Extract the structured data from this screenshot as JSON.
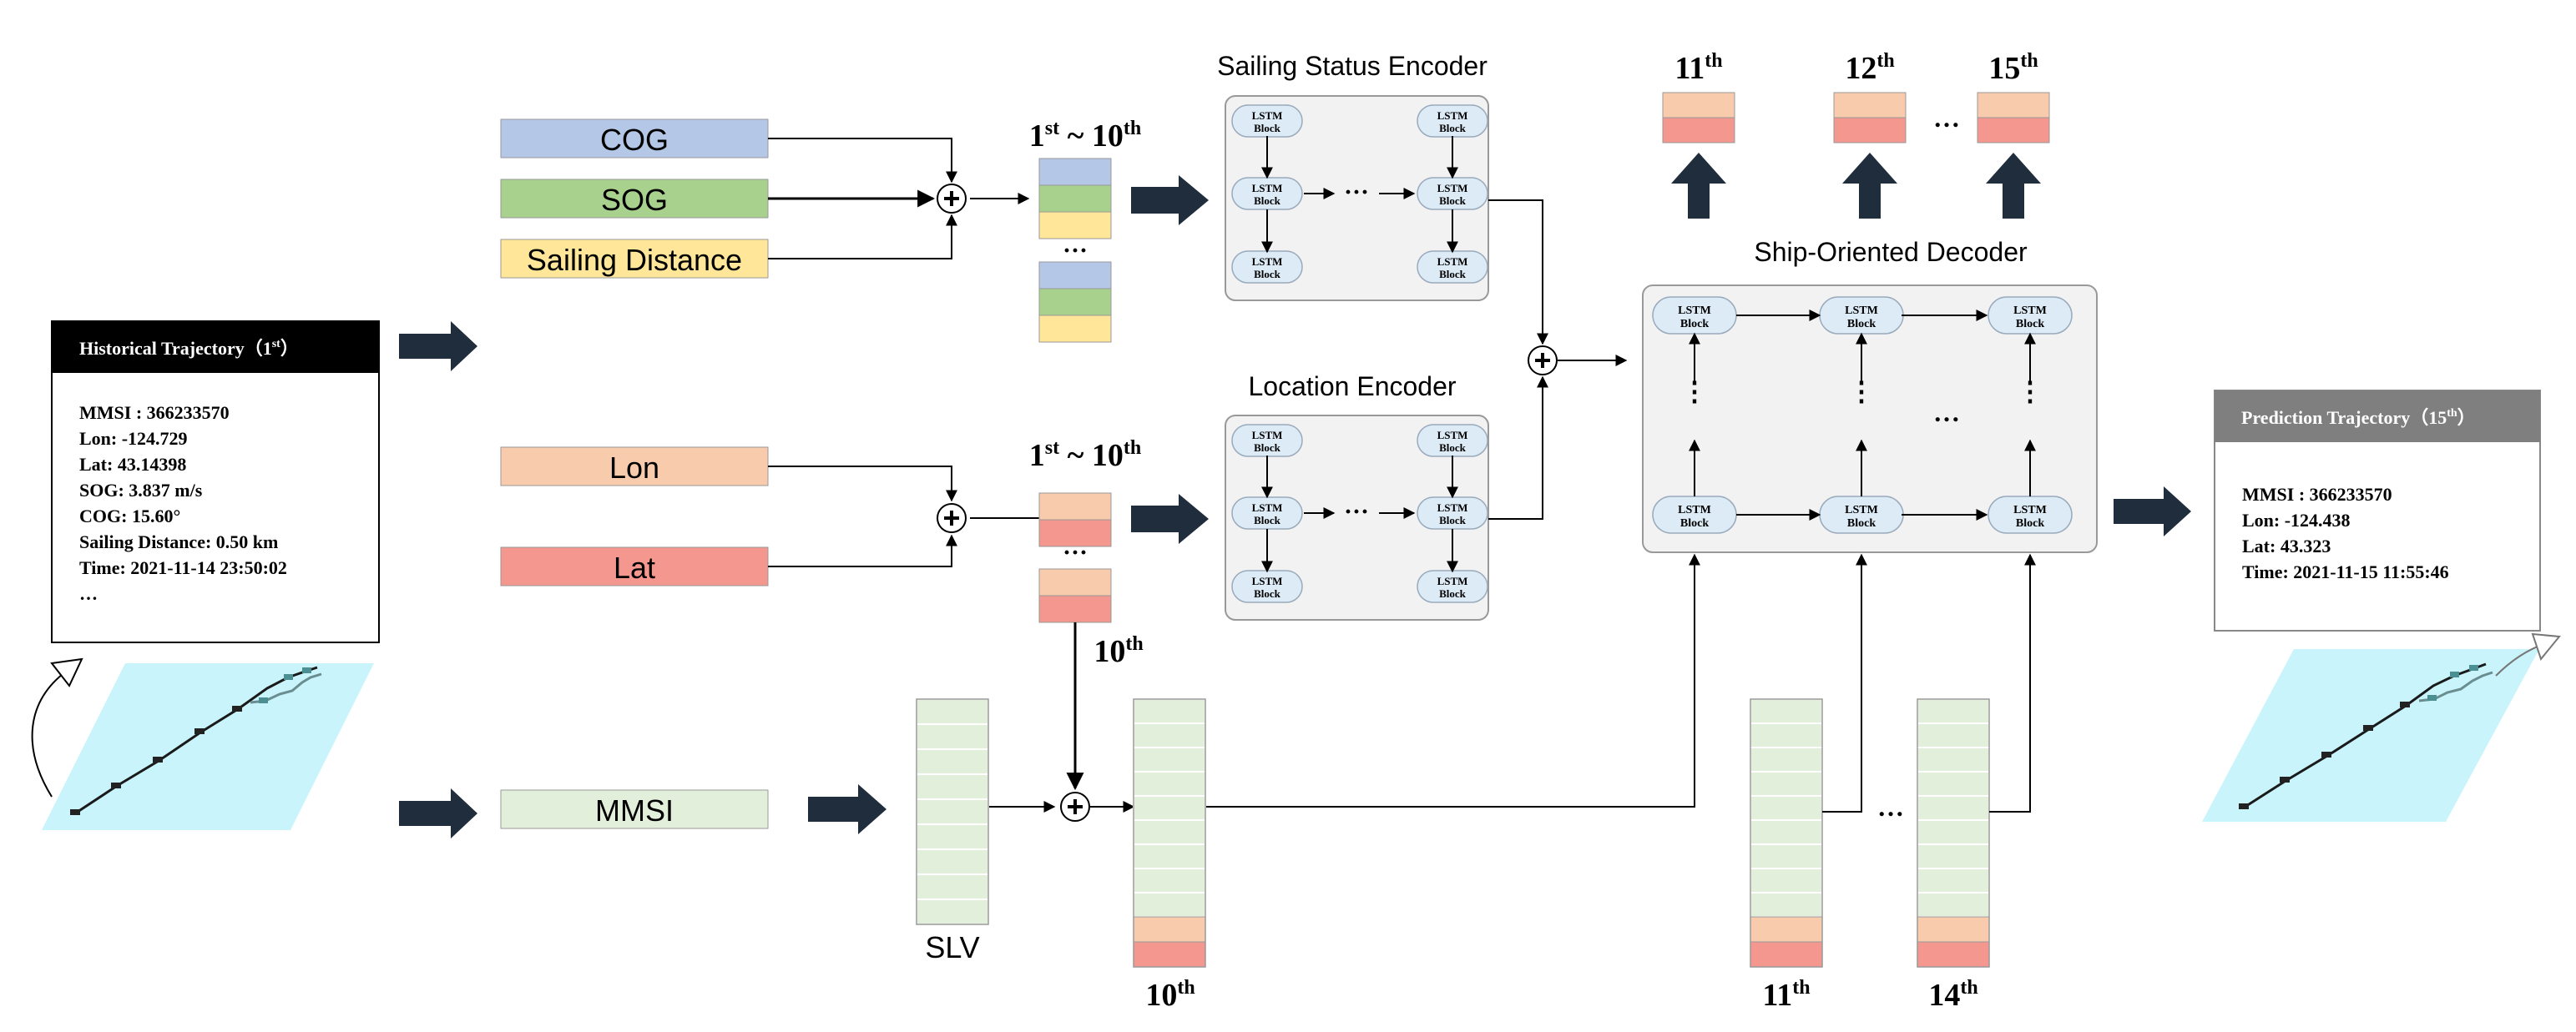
{
  "features": {
    "cog": "COG",
    "sog": "SOG",
    "sailing_distance": "Sailing Distance",
    "lon": "Lon",
    "lat": "Lat",
    "mmsi": "MMSI"
  },
  "encoders": {
    "sailing_status_title": "Sailing Status Encoder",
    "location_title": "Location Encoder",
    "lstm_block": [
      "LSTM",
      "Block"
    ]
  },
  "decoder": {
    "title": "Ship-Oriented Decoder"
  },
  "step_labels": {
    "range_prefix": "1",
    "range_prefix_sup": "st",
    "range_sep": " ~ ",
    "range_end": "10",
    "range_end_sup": "th",
    "tenth": "10",
    "tenth_sup": "th",
    "eleventh": "11",
    "eleventh_sup": "th",
    "twelfth": "12",
    "twelfth_sup": "th",
    "fourteenth": "14",
    "fourteenth_sup": "th",
    "fifteenth": "15",
    "fifteenth_sup": "th"
  },
  "ellipsis": "…",
  "ellipsis_short": "···",
  "slv_label": "SLV",
  "historical": {
    "title": "Historical Trajectory（1",
    "title_sup": "st",
    "title_end": "）",
    "lines": [
      "MMSI : 366233570",
      "Lon: -124.729",
      "Lat: 43.14398",
      "SOG: 3.837 m/s",
      "COG: 15.60°",
      "Sailing Distance: 0.50 km",
      "Time: 2021-11-14 23:50:02",
      "…"
    ]
  },
  "prediction": {
    "title": "Prediction Trajectory（15",
    "title_sup": "th",
    "title_end": "）",
    "lines": [
      "MMSI : 366233570",
      "Lon:  -124.438",
      "Lat: 43.323",
      "Time: 2021-11-15 11:55:46"
    ]
  },
  "colors": {
    "cog": "#b4c7e7",
    "sog": "#a9d18e",
    "distance": "#ffe699",
    "lon": "#f8cbad",
    "lat": "#f4978e",
    "mmsi": "#e2efda",
    "lstm_fill": "#ddebf7",
    "panel_fill": "#f2f2f2",
    "map": "#c9f4fb",
    "arrow": "#1f2d3d"
  }
}
